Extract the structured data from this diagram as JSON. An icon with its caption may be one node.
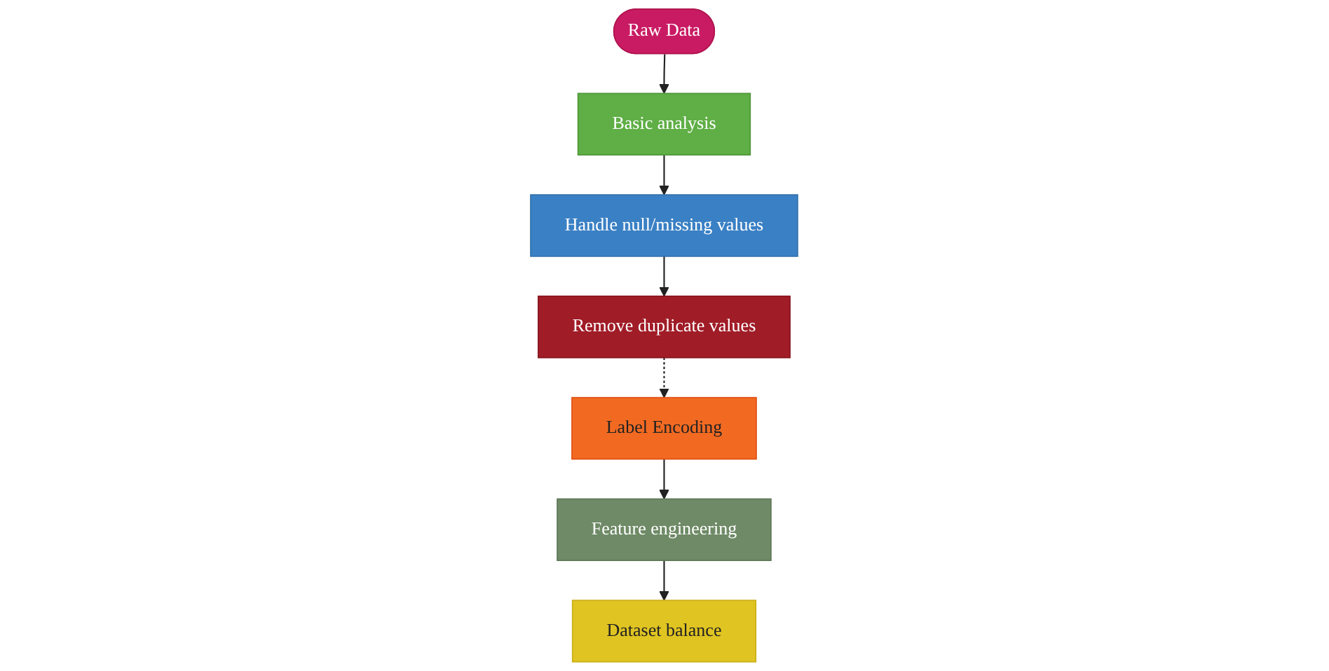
{
  "diagram": {
    "nodes": [
      {
        "text": [
          "Raw Data"
        ]
      },
      {
        "text": [
          "Basic analysis"
        ]
      },
      {
        "text": [
          "Handle null/missing values"
        ]
      },
      {
        "text": [
          "Remove duplicate values"
        ]
      },
      {
        "text": [
          "Label Encoding"
        ]
      },
      {
        "text": [
          "Feature engineering"
        ]
      },
      {
        "text": [
          "Dataset balance"
        ]
      }
    ],
    "edges": [
      {
        "from": 0,
        "to": 1,
        "arrow": "to"
      },
      {
        "from": 1,
        "to": 2,
        "arrow": "to"
      },
      {
        "from": 2,
        "to": 3,
        "arrow": "to"
      },
      {
        "from": 3,
        "to": 4,
        "arrow": "to",
        "style": "dashed"
      },
      {
        "from": 4,
        "to": 5,
        "arrow": "to"
      },
      {
        "from": 5,
        "to": 6,
        "arrow": "to"
      }
    ]
  }
}
